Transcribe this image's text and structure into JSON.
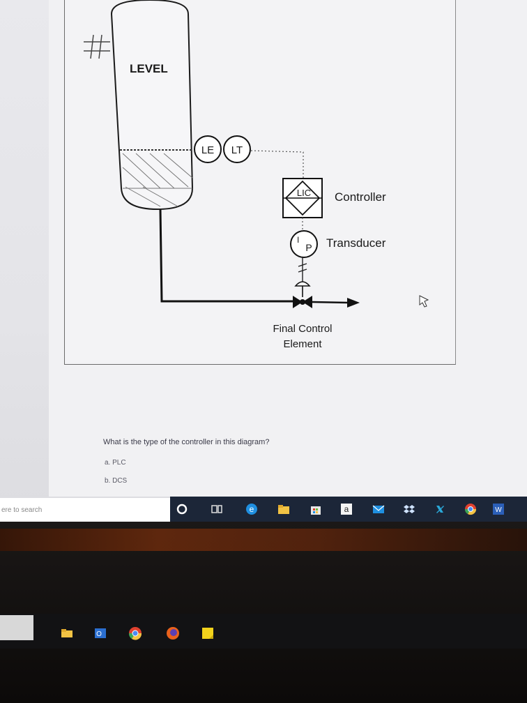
{
  "diagram": {
    "tank_label": "LEVEL",
    "level_element": "LE",
    "level_transmitter": "LT",
    "controller_tag": "LIC",
    "controller_label": "Controller",
    "transducer_tag": "P",
    "transducer_tag_prefix": "I",
    "transducer_label": "Transducer",
    "final_element_line1": "Final Control",
    "final_element_line2": "Element"
  },
  "quiz": {
    "question": "What is the type of the controller in this diagram?",
    "options": [
      "a. PLC",
      "b. DCS"
    ]
  },
  "taskbar": {
    "search_placeholder": "ere to search",
    "icons": [
      "cortana-icon",
      "task-view-icon",
      "edge-icon",
      "file-explorer-icon",
      "store-icon",
      "amazon-icon",
      "mail-icon",
      "dropbox-icon",
      "unknown-app-icon",
      "chrome-icon",
      "word-icon"
    ]
  },
  "laptop_taskbar": {
    "icons": [
      "file-explorer-icon",
      "outlook-icon",
      "chrome-icon",
      "firefox-icon",
      "sticky-notes-icon"
    ]
  },
  "colors": {
    "taskbar": "#1c2638",
    "edge": "#1f8fe0",
    "chrome_red": "#e0412f"
  }
}
